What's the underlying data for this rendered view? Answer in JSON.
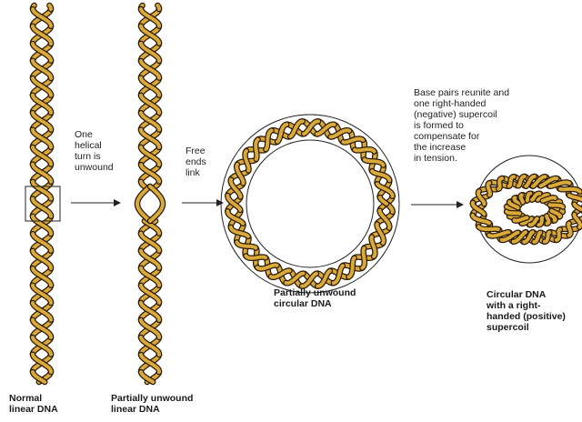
{
  "colors": {
    "strand": "#d9a93a",
    "strand_edge": "#2a1a05",
    "outline": "#222222",
    "background": "#ffffff"
  },
  "steps": [
    {
      "id": "normal",
      "caption": "Normal\nlinear DNA"
    },
    {
      "id": "unwound-linear",
      "caption": "Partially unwound\nlinear DNA"
    },
    {
      "id": "unwound-circular",
      "caption": "Partially unwound\ncircular DNA"
    },
    {
      "id": "supercoiled",
      "caption": "Circular DNA\nwith a right-\nhanded (positive)\nsupercoil"
    }
  ],
  "transitions": [
    {
      "label": "One\nhelical\nturn is\nunwound"
    },
    {
      "label": "Free\nends\nlink"
    },
    {
      "label": "Base pairs reunite and\none right-handed\n(negative) supercoil\nis formed to\ncompensate for\nthe increase\nin tension."
    }
  ]
}
